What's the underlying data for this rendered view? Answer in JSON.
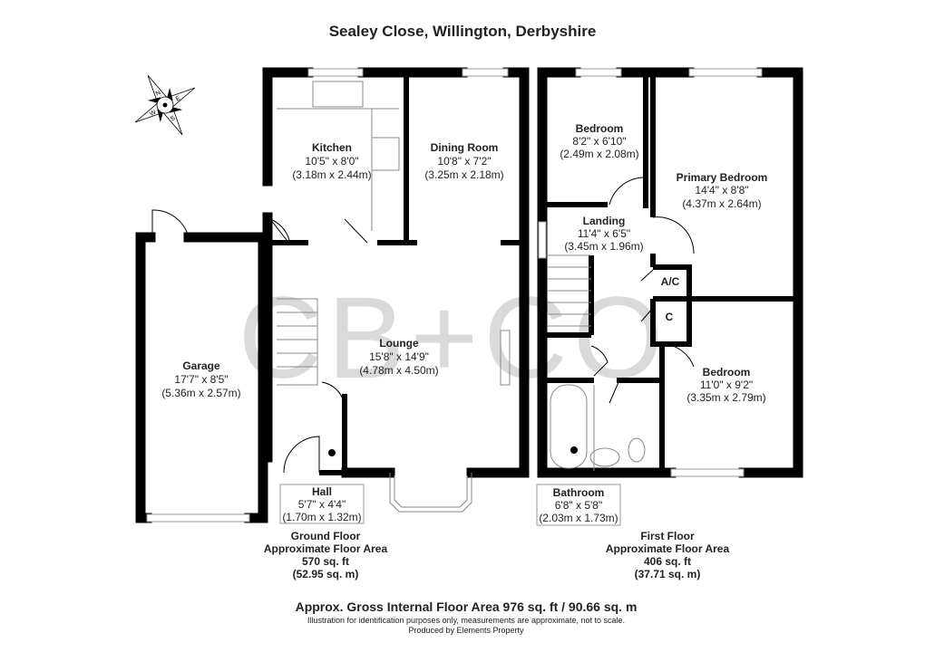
{
  "title": "Sealey Close, Willington, Derbyshire",
  "compass": {
    "icon": "compass-rose-icon",
    "letters": [
      "N",
      "E",
      "S",
      "W"
    ]
  },
  "watermark": "CB+CO",
  "ground_floor": {
    "rooms": [
      {
        "name": "Kitchen",
        "imperial": "10'5\" x 8'0\"",
        "metric": "(3.18m x 2.44m)"
      },
      {
        "name": "Dining Room",
        "imperial": "10'8\" x 7'2\"",
        "metric": "(3.25m x 2.18m)"
      },
      {
        "name": "Garage",
        "imperial": "17'7\" x 8'5\"",
        "metric": "(5.36m x 2.57m)"
      },
      {
        "name": "Lounge",
        "imperial": "15'8\" x 14'9\"",
        "metric": "(4.78m x 4.50m)"
      },
      {
        "name": "Hall",
        "imperial": "5'7\" x 4'4\"",
        "metric": "(1.70m x 1.32m)"
      }
    ],
    "label": "Ground Floor",
    "area_label": "Approximate Floor Area",
    "area_sqft": "570 sq. ft",
    "area_sqm": "(52.95 sq. m)"
  },
  "first_floor": {
    "rooms": [
      {
        "name": "Bedroom",
        "imperial": "8'2\" x 6'10\"",
        "metric": "(2.49m x 2.08m)"
      },
      {
        "name": "Primary Bedroom",
        "imperial": "14'4\" x 8'8\"",
        "metric": "(4.37m x 2.64m)"
      },
      {
        "name": "Landing",
        "imperial": "11'4\" x 6'5\"",
        "metric": "(3.45m x 1.96m)"
      },
      {
        "name": "Bedroom",
        "imperial": "11'0\" x 9'2\"",
        "metric": "(3.35m x 2.79m)"
      },
      {
        "name": "Bathroom",
        "imperial": "6'8\" x 5'8\"",
        "metric": "(2.03m x 1.73m)"
      }
    ],
    "cupboards": [
      "A/C",
      "C"
    ],
    "label": "First Floor",
    "area_label": "Approximate Floor Area",
    "area_sqft": "406 sq. ft",
    "area_sqm": "(37.71 sq. m)"
  },
  "footer": {
    "gross": "Approx. Gross Internal Floor Area 976 sq. ft / 90.66 sq. m",
    "disclaimer": "Illustration for identification purposes only, measurements are approximate, not to scale.",
    "producer": "Produced by Elements Property"
  }
}
